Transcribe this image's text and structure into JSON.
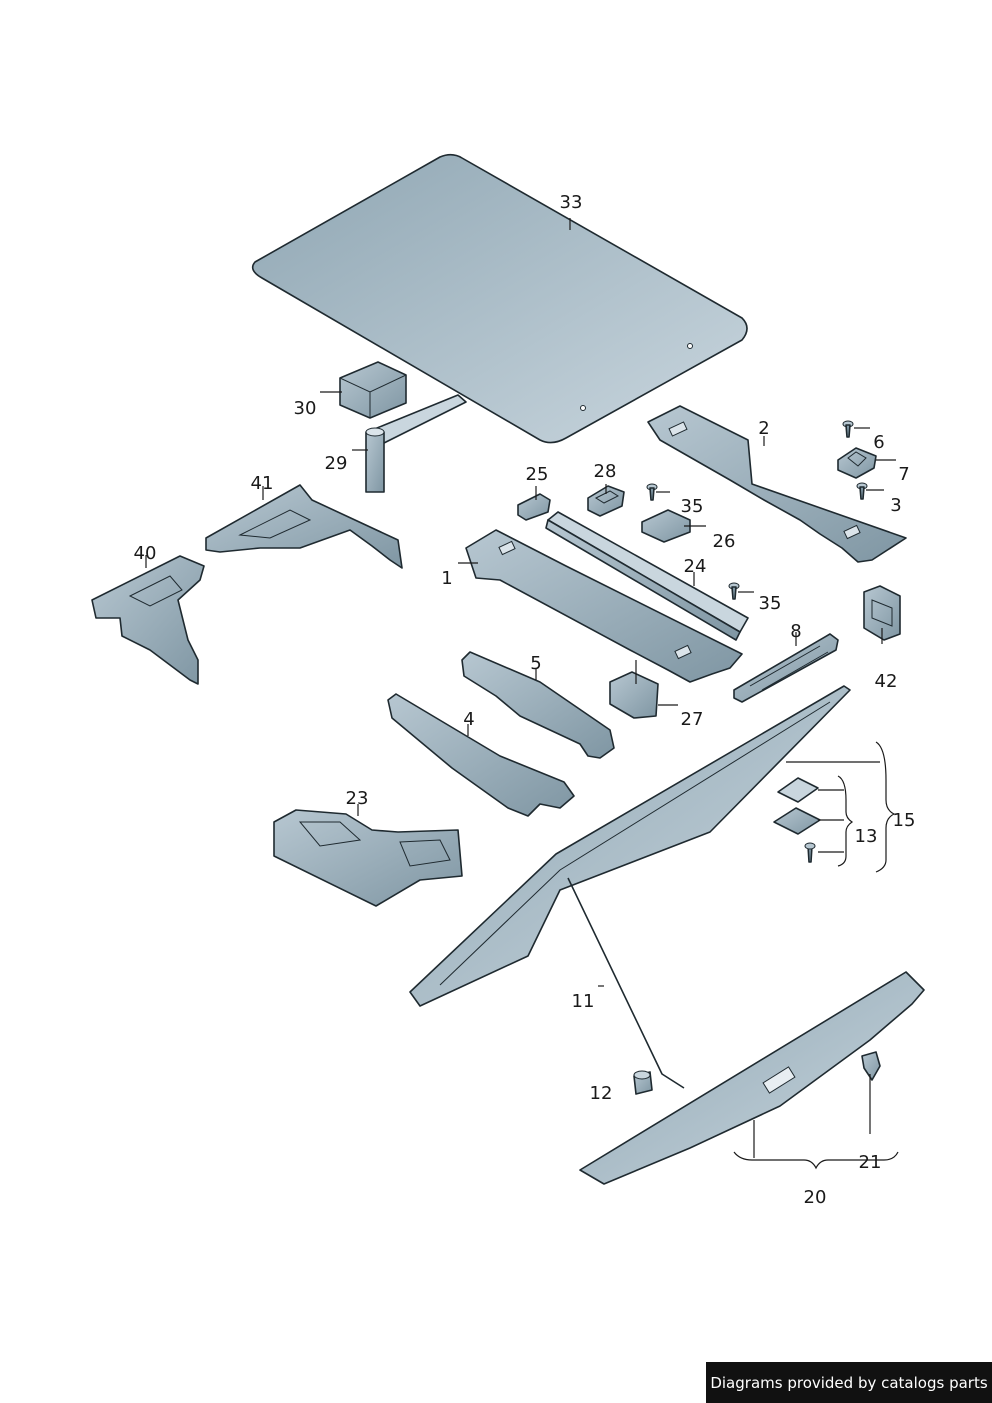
{
  "colors": {
    "part_fill": "#a9bcc8",
    "part_fill_light": "#c5d3db",
    "part_fill_dark": "#7f96a3",
    "outline": "#1f2a30",
    "banner_bg": "#111111",
    "banner_text": "#ffffff"
  },
  "callouts": {
    "c1": "1",
    "c2": "2",
    "c3": "3",
    "c4": "4",
    "c5": "5",
    "c6": "6",
    "c7": "7",
    "c8": "8",
    "c11": "11",
    "c12": "12",
    "c13": "13",
    "c15": "15",
    "c20": "20",
    "c21": "21",
    "c23": "23",
    "c24": "24",
    "c25": "25",
    "c26": "26",
    "c27": "27",
    "c28": "28",
    "c29": "29",
    "c30": "30",
    "c33": "33",
    "c35a": "35",
    "c35b": "35",
    "c40": "40",
    "c41": "41",
    "c42": "42"
  },
  "credit": "Diagrams provided by catalogs parts"
}
